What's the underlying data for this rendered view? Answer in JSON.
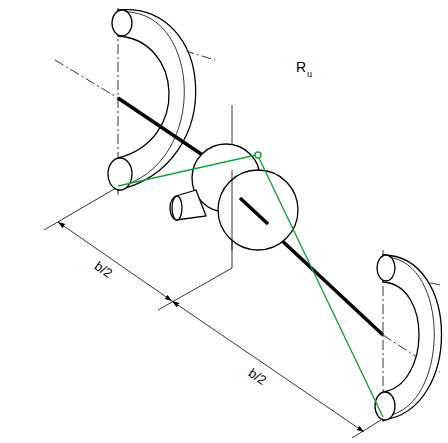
{
  "diagram": {
    "labels": [
      "R",
      "u",
      "b/2",
      "b/2"
    ]
  }
}
